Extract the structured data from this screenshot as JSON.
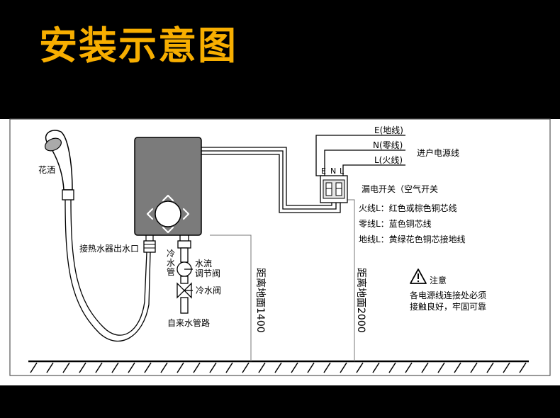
{
  "header": {
    "title": "安装示意图"
  },
  "labels": {
    "shower": "花洒",
    "outlet": "接热水器出水口",
    "cold_pipe": [
      "冷",
      "水",
      "管"
    ],
    "flow_valve": [
      "水流",
      "调节阀"
    ],
    "cold_valve": "冷水阀",
    "tap_pipe": "自来水管路",
    "dist_1400": "距离地面1400",
    "dist_2000": "距离地面2000",
    "wire_e": "E(地线)",
    "wire_n": "N(零线)",
    "wire_l": "L(火线)",
    "power_in": "进户电源线",
    "terminal_e": "E",
    "terminal_n": "N",
    "terminal_l": "L",
    "breaker": "漏电开关（空气开关",
    "note_live": "火线L：红色或棕色铜芯线",
    "note_neutral": "零线L：蓝色铜芯线",
    "note_ground": "地线L：黄绿花色铜芯接地线",
    "caution_title": "注意",
    "caution_line1": "各电源线连接处必须",
    "caution_line2": "接触良好，牢固可靠"
  },
  "colors": {
    "title": "#f7ae00",
    "heater_body": "#7b7b7b",
    "panel_bg": "#ffffff",
    "page_bg": "#000000"
  },
  "icons": {
    "caution": "warning-triangle-icon",
    "heater_controls": "dpad-arrows-icon"
  }
}
